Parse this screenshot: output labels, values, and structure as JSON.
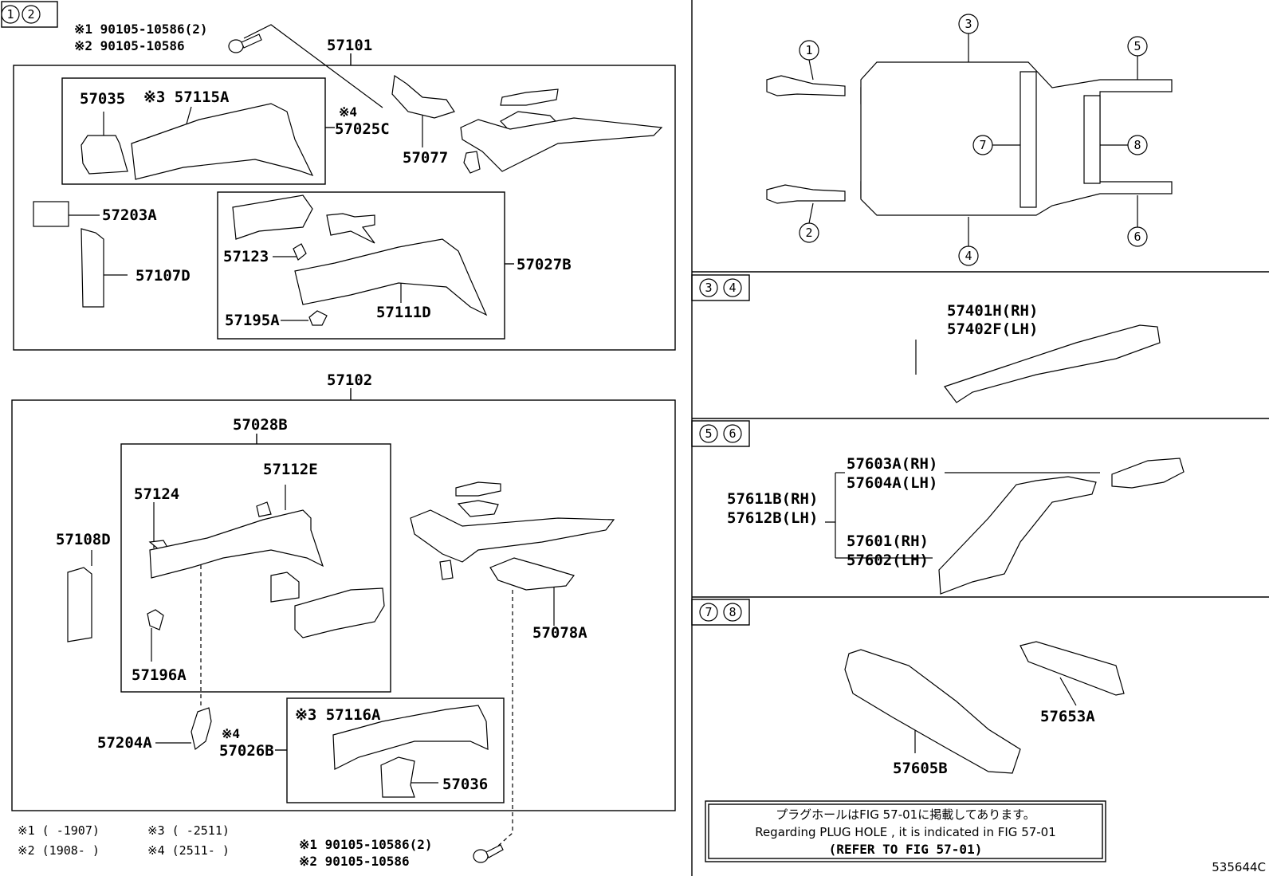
{
  "figure_code": "535644C",
  "left_section": {
    "tag": [
      "1",
      "2"
    ],
    "top_bolt": {
      "line1": "※1 90105-10586(2)",
      "line2": "※2 90105-10586"
    },
    "bottom_bolt": {
      "line1": "※1 90105-10586(2)",
      "line2": "※2 90105-10586"
    },
    "group_57101": {
      "title": "57101",
      "sub_57025c": {
        "label": "57025C",
        "mark": "※4",
        "parts": [
          "57035",
          "※3 57115A"
        ]
      },
      "sub_57027b": {
        "label": "57027B",
        "parts": [
          "57123",
          "57195A",
          "57111D"
        ]
      },
      "parts": [
        "57077",
        "57203A",
        "57107D"
      ]
    },
    "group_57102": {
      "title": "57102",
      "sub_57028b": {
        "label": "57028B",
        "parts": [
          "57112E",
          "57124",
          "57196A"
        ]
      },
      "sub_57026b": {
        "label": "57026B",
        "mark": "※4",
        "parts": [
          "※3 57116A",
          "57036"
        ]
      },
      "parts": [
        "57108D",
        "57078A",
        "57204A"
      ]
    },
    "footnotes": [
      "※1 (    -1907)",
      "※2 (1908-    )",
      "※3 (    -2511)",
      "※4 (2511-    )"
    ]
  },
  "right_sections": {
    "overview": {
      "callouts": [
        "1",
        "2",
        "3",
        "4",
        "5",
        "6",
        "7",
        "8"
      ]
    },
    "sec34": {
      "tag": [
        "3",
        "4"
      ],
      "parts": [
        "57401H(RH)",
        "57402F(LH)"
      ]
    },
    "sec56": {
      "tag": [
        "5",
        "6"
      ],
      "parts": [
        "57603A(RH)",
        "57604A(LH)",
        "57611B(RH)",
        "57612B(LH)",
        "57601(RH)",
        "57602(LH)"
      ]
    },
    "sec78": {
      "tag": [
        "7",
        "8"
      ],
      "parts": [
        "57653A",
        "57605B"
      ]
    },
    "notice": {
      "jp": "プラグホールはFIG 57-01に掲載してあります。",
      "en": "Regarding  PLUG  HOLE , it is indicated in  FIG  57-01",
      "ref": "(REFER TO FIG 57-01)"
    }
  }
}
